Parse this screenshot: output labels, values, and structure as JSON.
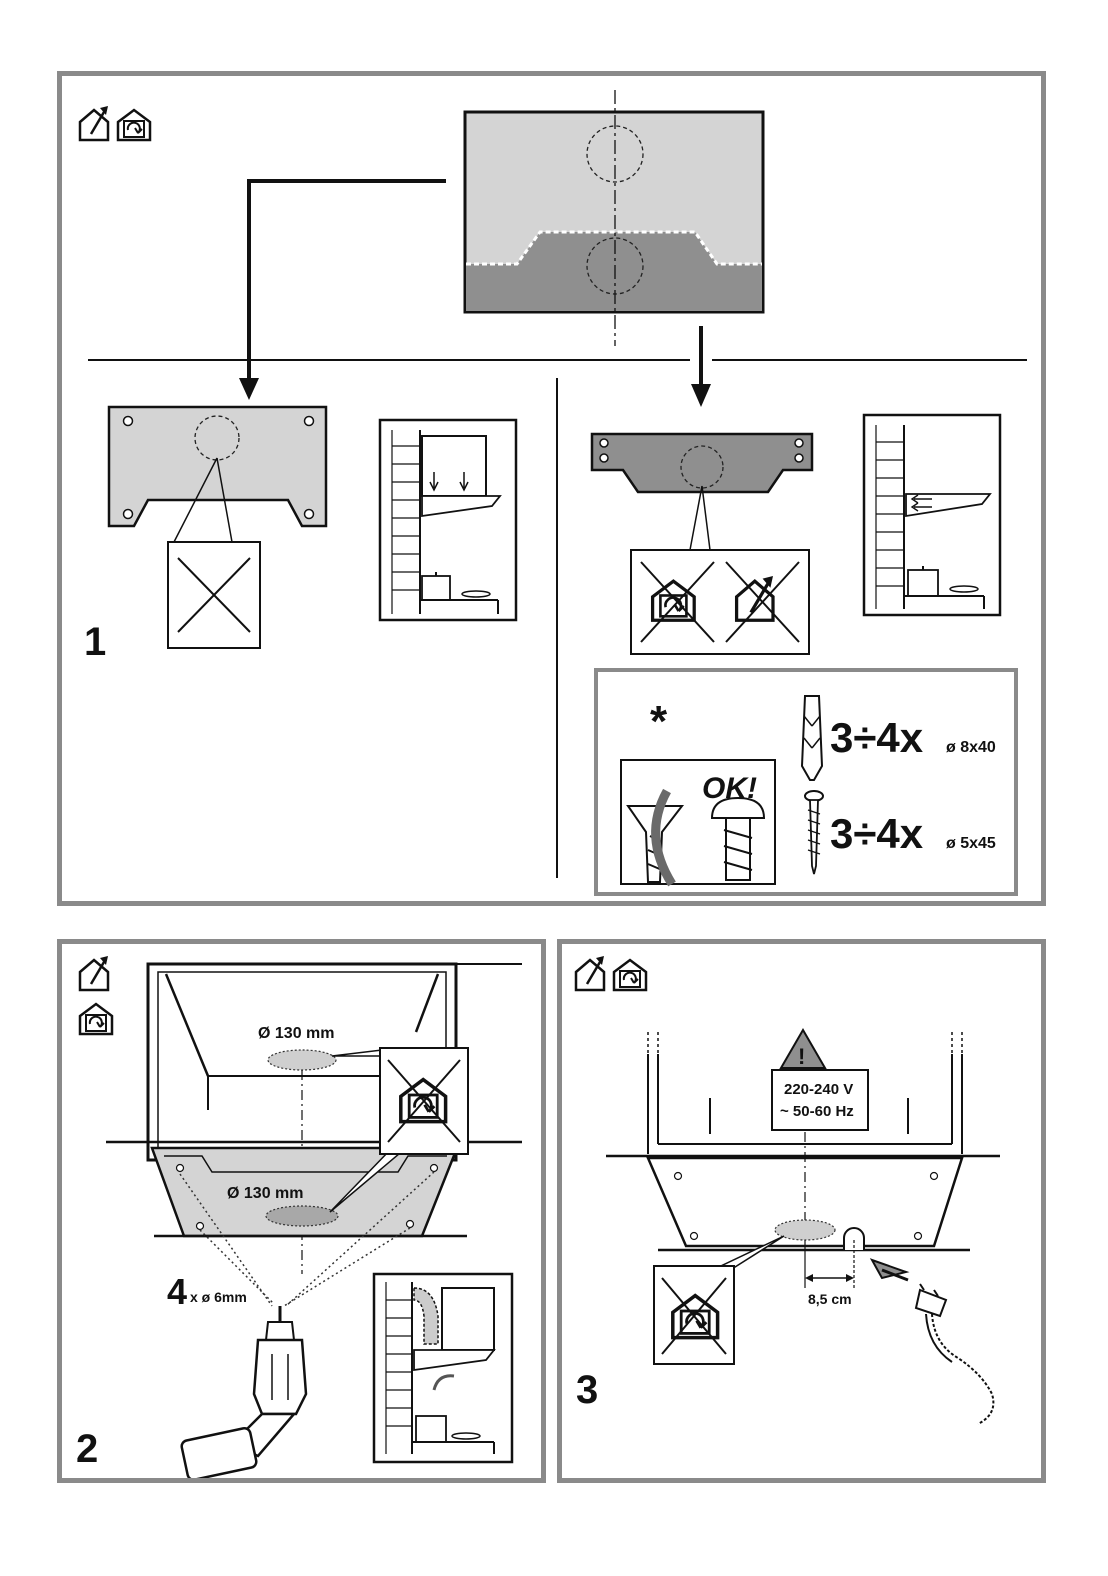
{
  "step1": {
    "number": "1",
    "star": "*",
    "ok_label": "OK!",
    "plug_qty": "3÷4x",
    "plug_size": "ø 8x40",
    "screw_qty": "3÷4x",
    "screw_size": "ø 5x45"
  },
  "step2": {
    "number": "2",
    "diameter_top": "Ø 130 mm",
    "diameter_bottom": "Ø 130 mm",
    "drill_qty": "4",
    "drill_size": "x ø 6mm"
  },
  "step3": {
    "number": "3",
    "voltage": "220-240 V",
    "frequency": "~ 50-60 Hz",
    "warning_mark": "!",
    "distance": "8,5 cm"
  },
  "colors": {
    "border": "#8a8a8a",
    "light_gray": "#d4d4d4",
    "dark_gray": "#8f8f8f",
    "line": "#111111"
  },
  "icons": [
    "ducted-mode-icon",
    "recirculation-mode-icon",
    "drill-icon",
    "plug-icon",
    "wall-plug-icon",
    "screw-icon",
    "warning-triangle-icon"
  ]
}
